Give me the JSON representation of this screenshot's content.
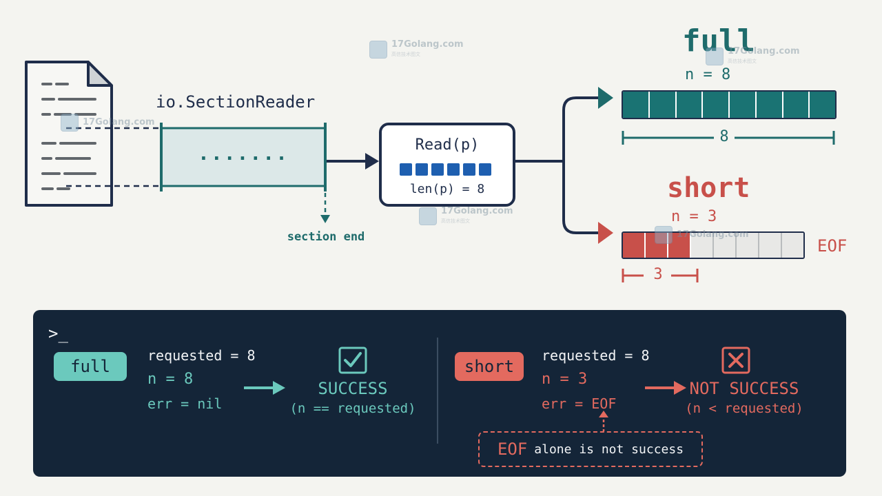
{
  "reader_label": "io.SectionReader",
  "section_dots": ".......",
  "section_end_label": "section end",
  "read_box": {
    "title": "Read(p)",
    "len_label": "len(p) = 8",
    "buffer_slots": 6
  },
  "full_case": {
    "title": "full",
    "n_label": "n = 8",
    "total_slots": 8,
    "filled_slots": 8,
    "measure_label": "8"
  },
  "short_case": {
    "title": "short",
    "n_label": "n = 3",
    "total_slots": 8,
    "filled_slots": 3,
    "measure_label": "3",
    "eof_label": "EOF"
  },
  "terminal": {
    "prompt": ">_",
    "full": {
      "badge": "full",
      "requested": "requested = 8",
      "n": "n = 8",
      "err": "err = nil",
      "result": "SUCCESS",
      "condition": "(n == requested)"
    },
    "short": {
      "badge": "short",
      "requested": "requested = 8",
      "n": "n = 3",
      "err": "err = EOF",
      "result": "NOT SUCCESS",
      "condition": "(n < requested)"
    },
    "note": {
      "eof": "EOF",
      "text": "alone is not success"
    }
  },
  "watermark": {
    "text": "17Golang.com",
    "sub": "高信技术图文"
  },
  "colors": {
    "navy": "#1f2d4a",
    "teal": "#1e6b6b",
    "teal_fill": "#1a7373",
    "red": "#c8504a",
    "panel": "#142538",
    "blue": "#1e5fb0",
    "light_teal": "#6bc9bd"
  }
}
